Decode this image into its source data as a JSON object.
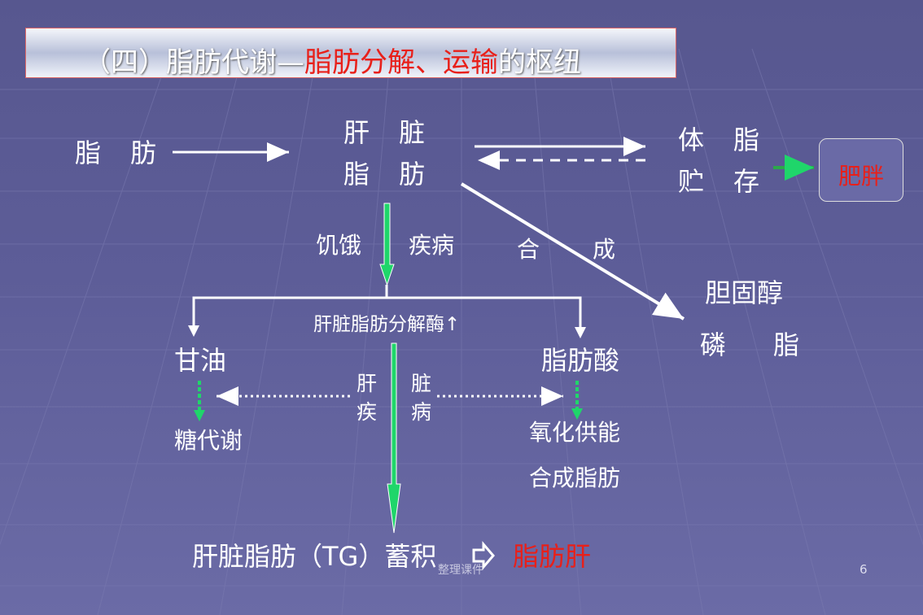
{
  "slide": {
    "title_prefix": "（四）脂肪代谢—",
    "title_highlight": "脂肪分解、运输",
    "title_suffix": "的枢纽",
    "footer_text": "整理课件",
    "page_number": "6"
  },
  "nodes": {
    "fat_source": "脂肪",
    "liver_line1": "肝脏",
    "liver_line2": "脂肪",
    "body_fat_line1": "体脂",
    "body_fat_line2": "贮存",
    "obesity": "肥胖",
    "hunger": "饥饿",
    "disease": "疾病",
    "synthesis_1": "合",
    "synthesis_2": "成",
    "cholesterol": "胆固醇",
    "phospholipid_1": "磷",
    "phospholipid_2": "脂",
    "enzyme": "肝脏脂肪分解酶↑",
    "glycerol": "甘油",
    "fatty_acid": "脂肪酸",
    "liver_disease_1": "肝",
    "liver_disease_2": "脏",
    "liver_disease_3": "疾",
    "liver_disease_4": "病",
    "sugar_metabolism": "糖代谢",
    "oxidation": "氧化供能",
    "fat_synthesis": "合成脂肪",
    "accumulation": "肝脏脂肪（TG）蓄积",
    "fatty_liver": "脂肪肝"
  },
  "colors": {
    "highlight_red": "#e8201a",
    "arrow_green": "#1fd66a",
    "arrow_white": "#ffffff"
  }
}
